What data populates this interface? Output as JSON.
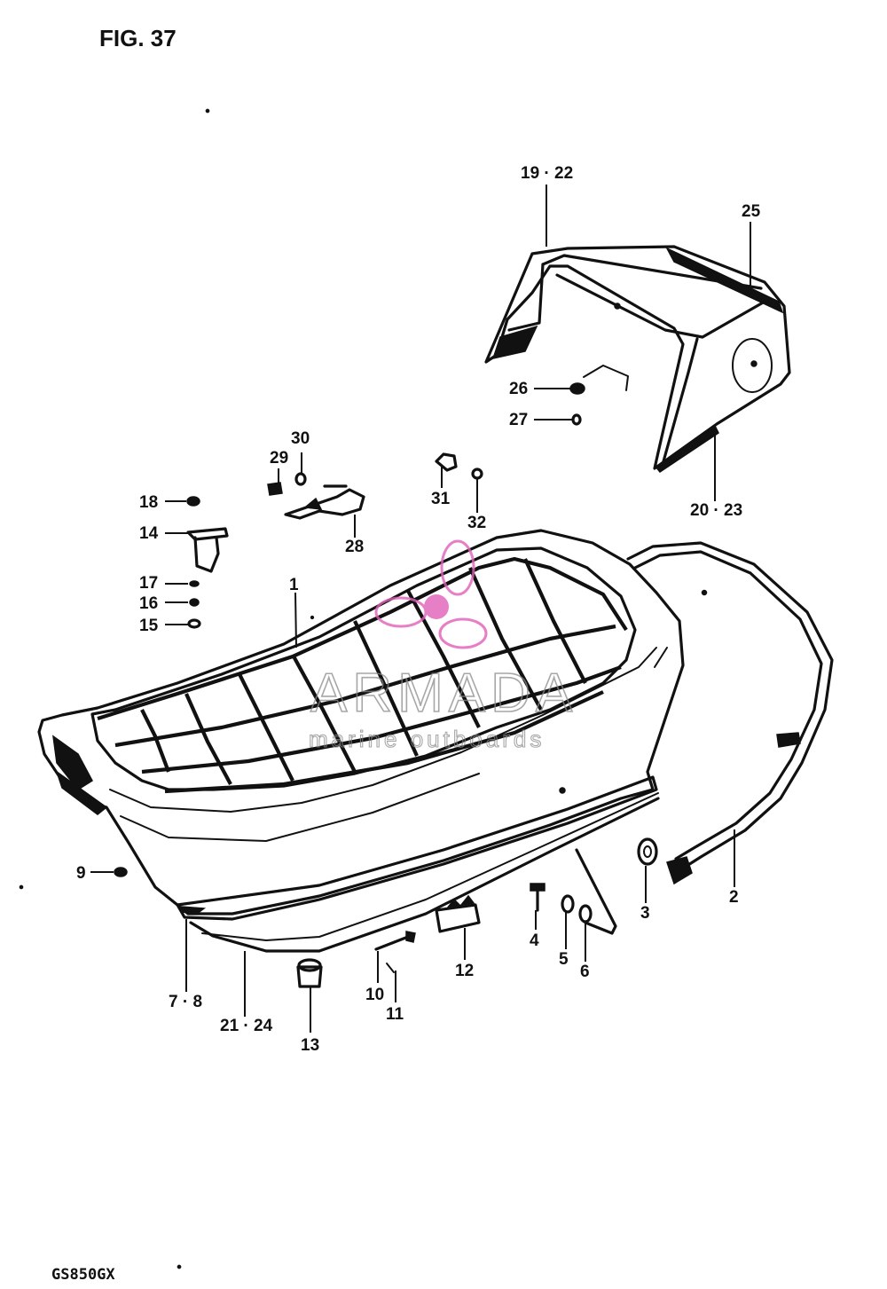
{
  "figure": {
    "title": "FIG. 37",
    "model_code": "GS850GX"
  },
  "watermark": {
    "brand": "ARMADA",
    "tagline": "marine outboards",
    "logo_color": "#e060b8"
  },
  "callouts": {
    "c1": "1",
    "c2": "2",
    "c3": "3",
    "c4": "4",
    "c5": "5",
    "c6": "6",
    "c7_8": "7 · 8",
    "c9": "9",
    "c10": "10",
    "c11": "11",
    "c12": "12",
    "c13": "13",
    "c14": "14",
    "c15": "15",
    "c16": "16",
    "c17": "17",
    "c18": "18",
    "c19_22": "19 · 22",
    "c20_23": "20 · 23",
    "c21_24": "21 · 24",
    "c25": "25",
    "c26": "26",
    "c27": "27",
    "c28": "28",
    "c29": "29",
    "c30": "30",
    "c31": "31",
    "c32": "32"
  },
  "colors": {
    "ink": "#111111",
    "paper": "#ffffff",
    "watermark_text": "#8a8a8a"
  }
}
